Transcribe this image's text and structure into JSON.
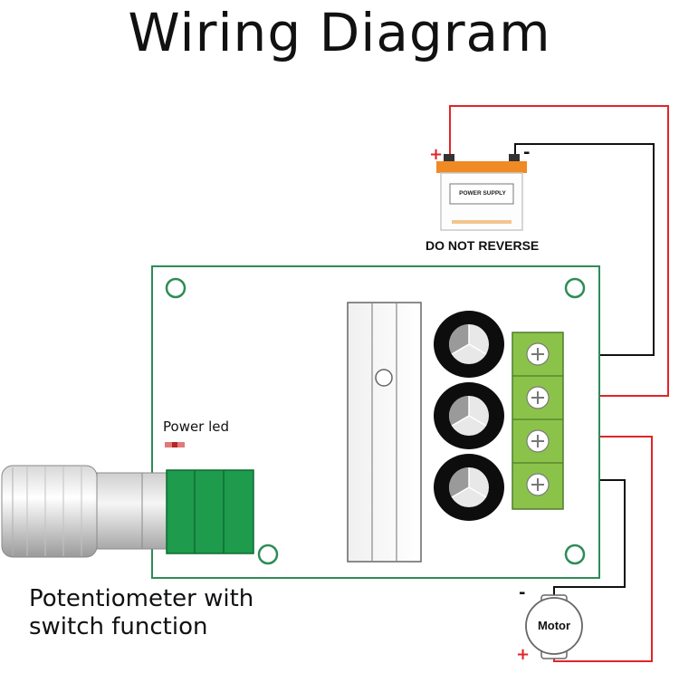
{
  "title": "Wiring Diagram",
  "labels": {
    "power_supply": "POWER SUPPLY",
    "do_not_reverse": "DO NOT REVERSE",
    "power_led": "Power led",
    "potentiometer_line1": "Potentiometer with",
    "potentiometer_line2": "switch function",
    "motor": "Motor"
  },
  "polarity": {
    "supply_positive": "+",
    "supply_negative": "-",
    "motor_negative": "-",
    "motor_positive": "+"
  },
  "colors": {
    "board_border": "#2e8b57",
    "positive_wire": "#e0252a",
    "negative_wire": "#111111",
    "terminal_green": "#8bc34a",
    "pot_green": "#1e9b4d"
  }
}
